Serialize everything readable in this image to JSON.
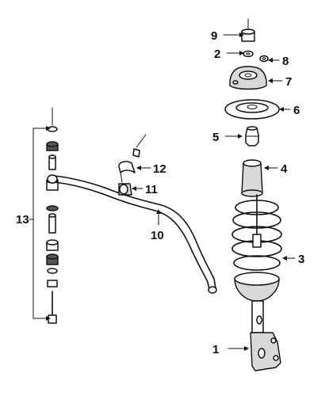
{
  "diagram": {
    "callouts": [
      {
        "id": "c1",
        "label": "1"
      },
      {
        "id": "c2",
        "label": "2"
      },
      {
        "id": "c3",
        "label": "3"
      },
      {
        "id": "c4",
        "label": "4"
      },
      {
        "id": "c5",
        "label": "5"
      },
      {
        "id": "c6",
        "label": "6"
      },
      {
        "id": "c7",
        "label": "7"
      },
      {
        "id": "c8",
        "label": "8"
      },
      {
        "id": "c9",
        "label": "9"
      },
      {
        "id": "c10",
        "label": "10"
      },
      {
        "id": "c11",
        "label": "11"
      },
      {
        "id": "c12",
        "label": "12"
      },
      {
        "id": "c13",
        "label": "13"
      }
    ]
  }
}
